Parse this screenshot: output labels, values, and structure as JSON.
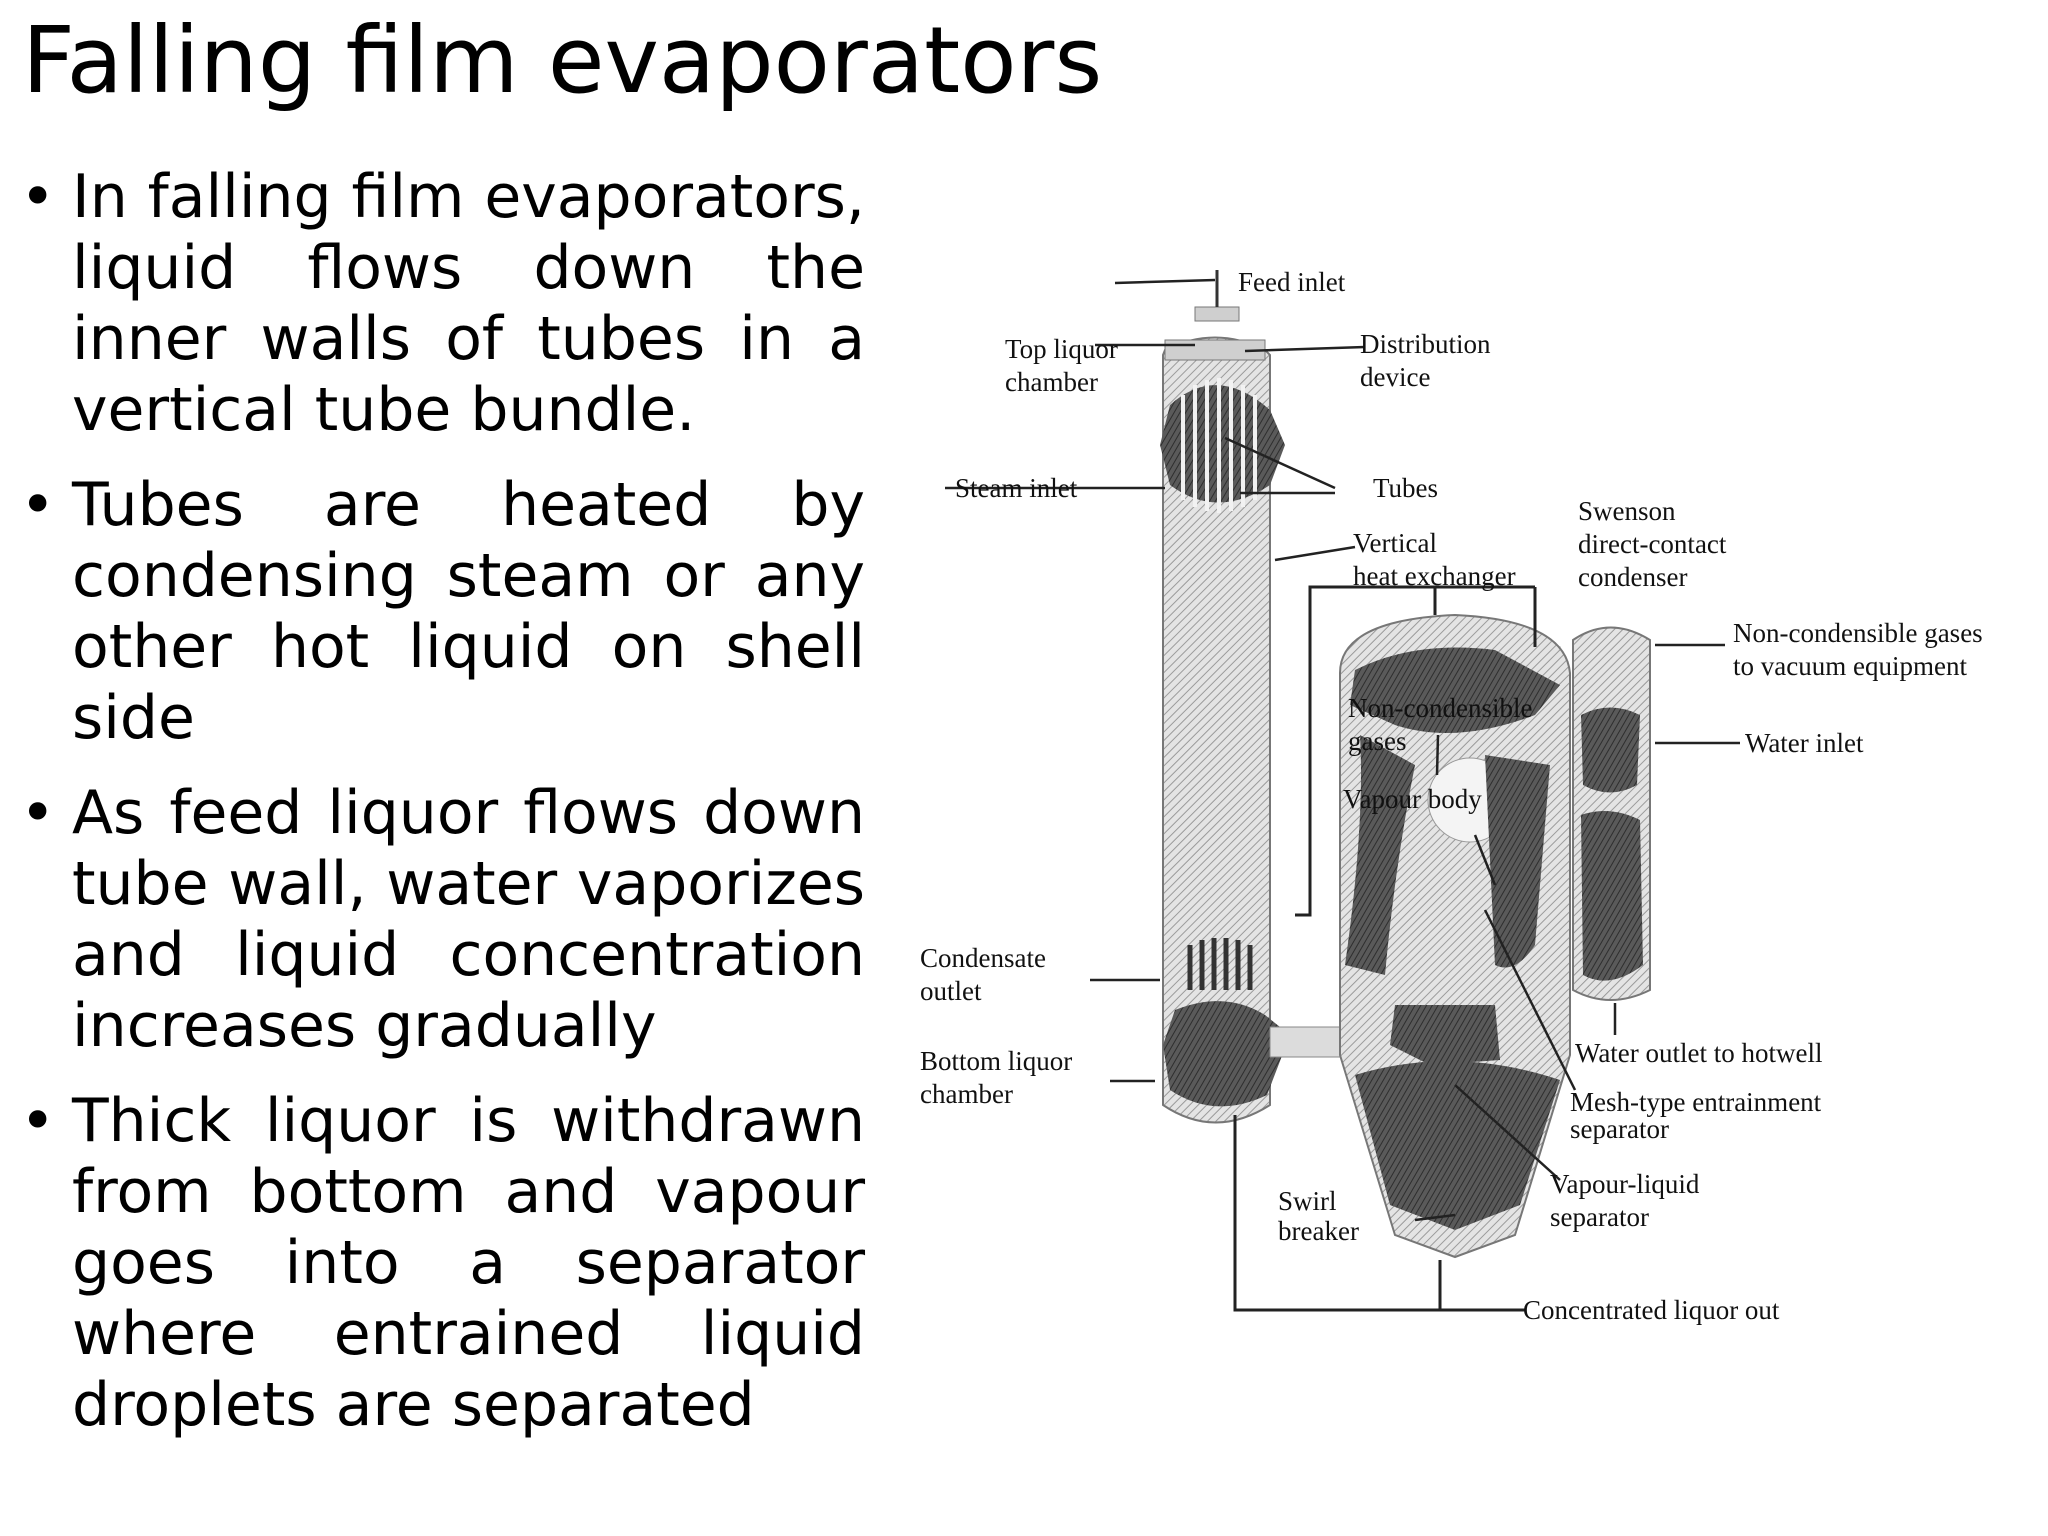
{
  "title": "Falling film evaporators",
  "bullets": [
    "In falling film evaporators, liquid flows down the inner walls of tubes in a vertical tube bundle.",
    "Tubes are heated by condensing steam or any other hot liquid on shell side",
    "As feed liquor flows down tube wall, water vaporizes and liquid concentration increases gradually",
    "Thick liquor is withdrawn from bottom and vapour goes into a separator where entrained liquid droplets are separated"
  ],
  "diagram": {
    "feed_inlet": "Feed inlet",
    "top_liquor_chamber": [
      "Top liquor",
      "chamber"
    ],
    "distribution_device": [
      "Distribution",
      "device"
    ],
    "steam_inlet": "Steam inlet",
    "tubes": "Tubes",
    "vertical_heat_exchanger": [
      "Vertical",
      "heat exchanger"
    ],
    "swenson_condenser": [
      "Swenson",
      "direct-contact",
      "condenser"
    ],
    "non_condensible_vacuum": [
      "Non-condensible gases",
      "to vacuum equipment"
    ],
    "water_inlet": "Water inlet",
    "non_condensible_gases": [
      "Non-condensible",
      "gases"
    ],
    "vapour_body": "Vapour body",
    "condensate_outlet": [
      "Condensate",
      "outlet"
    ],
    "bottom_liquor_chamber": [
      "Bottom liquor",
      "chamber"
    ],
    "water_outlet": "Water outlet to hotwell",
    "mesh_separator": [
      "Mesh-type entrainment",
      "separator"
    ],
    "vapour_liquid_separator": [
      "Vapour-liquid",
      "separator"
    ],
    "swirl_breaker": [
      "Swirl",
      "breaker"
    ],
    "concentrated_liquor_out": "Concentrated liquor out"
  }
}
